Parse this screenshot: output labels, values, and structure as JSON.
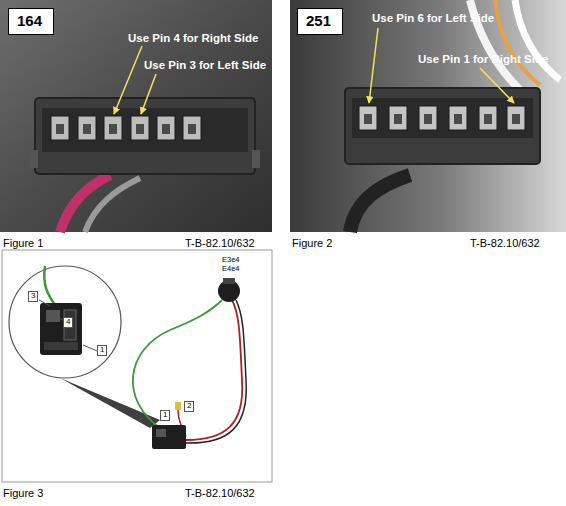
{
  "diagram": {
    "nodes": [
      {
        "text": [
          "164"
        ]
      },
      {
        "text": [
          "251"
        ]
      }
    ],
    "labels": [
      "Use Pin 4 for Right Side",
      "Use Pin 3 for Left Side",
      "Figure 1",
      "T-B-82.10/632",
      "Use Pin 6 for Left Side",
      "Use Pin 1 for Right Side",
      "Figure 2",
      "T-B-82.10/632",
      "3",
      "4",
      "1",
      "E3e4",
      "E4e4",
      "1",
      "2",
      "Figure 3",
      "T-B-82.10/632"
    ]
  }
}
